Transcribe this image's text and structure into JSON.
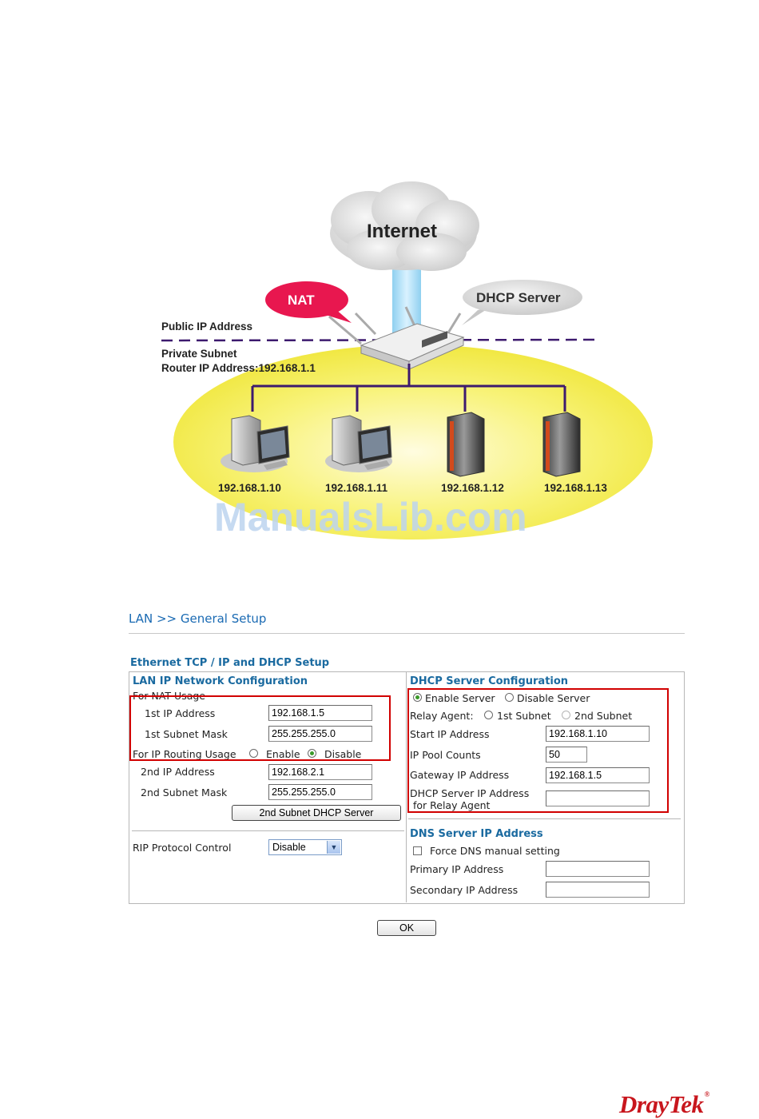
{
  "diagram": {
    "cloud_label": "Internet",
    "nat_label": "NAT",
    "dhcp_label": "DHCP Server",
    "public_ip_label": "Public IP Address",
    "private_subnet_label": "Private Subnet",
    "router_ip_label": "Router IP Address:192.168.1.1",
    "hosts": [
      "192.168.1.10",
      "192.168.1.11",
      "192.168.1.12",
      "192.168.1.13"
    ],
    "watermark": "ManualsLib.com",
    "colors": {
      "nat": "#e8174f",
      "ellipse": "#f4ef4a",
      "line": "#3d1a6e",
      "dash": "#3d1a6e"
    }
  },
  "breadcrumb": "LAN >> General Setup",
  "section_title": "Ethernet TCP / IP and DHCP Setup",
  "lan": {
    "title": "LAN IP Network Configuration",
    "nat_usage": "For NAT Usage",
    "ip1_label": "1st  IP Address",
    "ip1_value": "192.168.1.5",
    "mask1_label": "1st  Subnet Mask",
    "mask1_value": "255.255.255.0",
    "routing_label": "For IP Routing Usage",
    "enable": "Enable",
    "disable": "Disable",
    "ip2_label": "2nd IP Address",
    "ip2_value": "192.168.2.1",
    "mask2_label": "2nd Subnet Mask",
    "mask2_value": "255.255.255.0",
    "dhcp2_button": "2nd Subnet DHCP Server",
    "rip_label": "RIP Protocol Control",
    "rip_value": "Disable"
  },
  "dhcp": {
    "title": "DHCP Server Configuration",
    "enable_server": "Enable Server",
    "disable_server": "Disable Server",
    "relay_label": "Relay Agent:",
    "relay_1st": "1st Subnet",
    "relay_2nd": "2nd Subnet",
    "start_label": "Start IP Address",
    "start_value": "192.168.1.10",
    "pool_label": "IP Pool Counts",
    "pool_value": "50",
    "gateway_label": "Gateway IP Address",
    "gateway_value": "192.168.1.5",
    "relay_ip_label1": "DHCP Server IP Address",
    "relay_ip_label2": " for Relay Agent",
    "relay_ip_value": ""
  },
  "dns": {
    "title": "DNS Server IP Address",
    "force_label": "Force DNS manual setting",
    "primary_label": "Primary IP Address",
    "primary_value": "",
    "secondary_label": "Secondary IP Address",
    "secondary_value": ""
  },
  "ok_button": "OK",
  "logo": "DrayTek",
  "accent_color": "#1a6aa0",
  "highlight_color": "#d10000"
}
